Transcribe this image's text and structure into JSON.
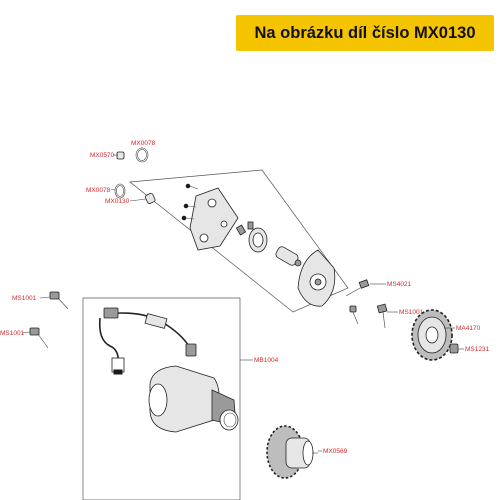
{
  "banner": {
    "text": "Na obrázku díl číslo MX0130",
    "color": "#f5c400"
  },
  "labels": {
    "mx0078_top": "MX0078",
    "mx0570": "MX0570",
    "mx0078_left": "MX0078",
    "mx0130": "MX0130",
    "ms4021": "MS4021",
    "ms1001_left_top": "MS1001",
    "ms1001_left_bottom": "MS1001",
    "ms1001_right": "MS1001",
    "ma4170": "MA4170",
    "ms1231": "MS1231",
    "mb1004": "MB1004",
    "mx0569": "MX0569"
  },
  "colors": {
    "label": "#d9262b",
    "line": "#444444"
  }
}
